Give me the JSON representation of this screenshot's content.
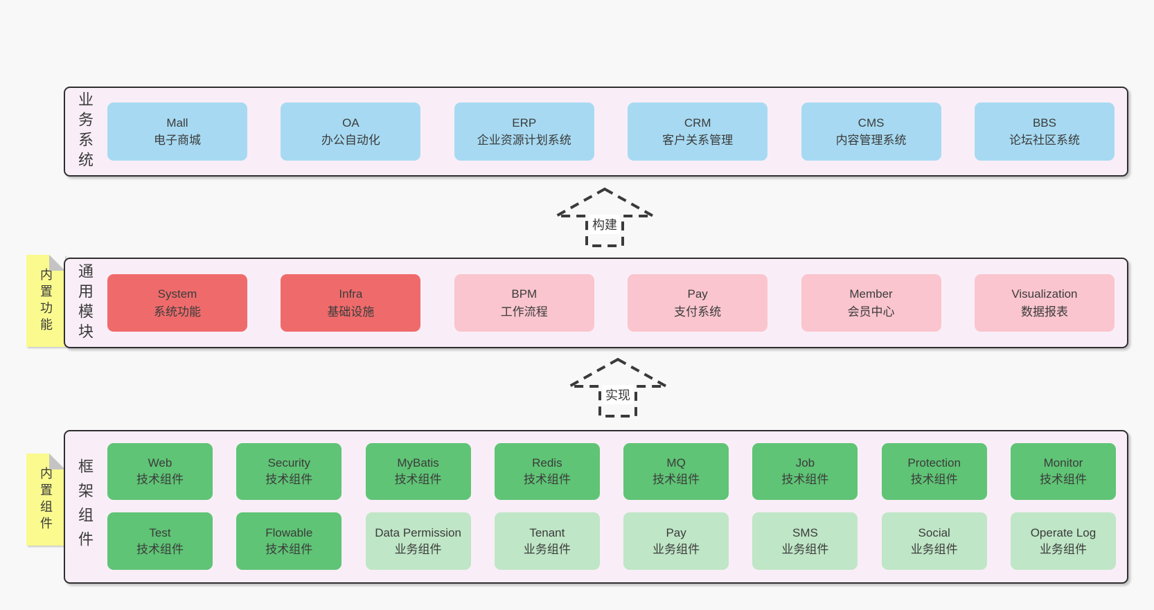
{
  "colors": {
    "page_bg": "#f8f8f8",
    "panel_bg": "#f9eef7",
    "panel_border": "#2f2f2f",
    "blue": "#a7daf2",
    "red": "#ef6b6b",
    "pink": "#fac5ce",
    "green": "#5fc475",
    "green_light": "#bfe6c6",
    "note_yellow": "#fafa8e",
    "note_fold": "#c4c4c4",
    "text": "#3a3a3a",
    "arrow": "#3a3a3a",
    "label_bg": "#ffffff"
  },
  "notes": [
    {
      "text": "内置功能"
    },
    {
      "text": "内置组件"
    }
  ],
  "arrows": [
    {
      "label": "构建"
    },
    {
      "label": "实现"
    }
  ],
  "layers": [
    {
      "label": "业务系统",
      "boxes": [
        {
          "title": "Mall",
          "subtitle": "电子商城",
          "variant": "blue"
        },
        {
          "title": "OA",
          "subtitle": "办公自动化",
          "variant": "blue"
        },
        {
          "title": "ERP",
          "subtitle": "企业资源计划系统",
          "variant": "blue"
        },
        {
          "title": "CRM",
          "subtitle": "客户关系管理",
          "variant": "blue"
        },
        {
          "title": "CMS",
          "subtitle": "内容管理系统",
          "variant": "blue"
        },
        {
          "title": "BBS",
          "subtitle": "论坛社区系统",
          "variant": "blue"
        }
      ]
    },
    {
      "label": "通用模块",
      "boxes": [
        {
          "title": "System",
          "subtitle": "系统功能",
          "variant": "red"
        },
        {
          "title": "Infra",
          "subtitle": "基础设施",
          "variant": "red"
        },
        {
          "title": "BPM",
          "subtitle": "工作流程",
          "variant": "pink"
        },
        {
          "title": "Pay",
          "subtitle": "支付系统",
          "variant": "pink"
        },
        {
          "title": "Member",
          "subtitle": "会员中心",
          "variant": "pink"
        },
        {
          "title": "Visualization",
          "subtitle": "数据报表",
          "variant": "pink"
        }
      ]
    },
    {
      "label": "框架组件",
      "rows": [
        [
          {
            "title": "Web",
            "subtitle": "技术组件",
            "variant": "green"
          },
          {
            "title": "Security",
            "subtitle": "技术组件",
            "variant": "green"
          },
          {
            "title": "MyBatis",
            "subtitle": "技术组件",
            "variant": "green"
          },
          {
            "title": "Redis",
            "subtitle": "技术组件",
            "variant": "green"
          },
          {
            "title": "MQ",
            "subtitle": "技术组件",
            "variant": "green"
          },
          {
            "title": "Job",
            "subtitle": "技术组件",
            "variant": "green"
          },
          {
            "title": "Protection",
            "subtitle": "技术组件",
            "variant": "green"
          },
          {
            "title": "Monitor",
            "subtitle": "技术组件",
            "variant": "green"
          }
        ],
        [
          {
            "title": "Test",
            "subtitle": "技术组件",
            "variant": "green"
          },
          {
            "title": "Flowable",
            "subtitle": "技术组件",
            "variant": "green"
          },
          {
            "title": "Data Permission",
            "subtitle": "业务组件",
            "variant": "green-light"
          },
          {
            "title": "Tenant",
            "subtitle": "业务组件",
            "variant": "green-light"
          },
          {
            "title": "Pay",
            "subtitle": "业务组件",
            "variant": "green-light"
          },
          {
            "title": "SMS",
            "subtitle": "业务组件",
            "variant": "green-light"
          },
          {
            "title": "Social",
            "subtitle": "业务组件",
            "variant": "green-light"
          },
          {
            "title": "Operate Log",
            "subtitle": "业务组件",
            "variant": "green-light"
          }
        ]
      ]
    }
  ]
}
